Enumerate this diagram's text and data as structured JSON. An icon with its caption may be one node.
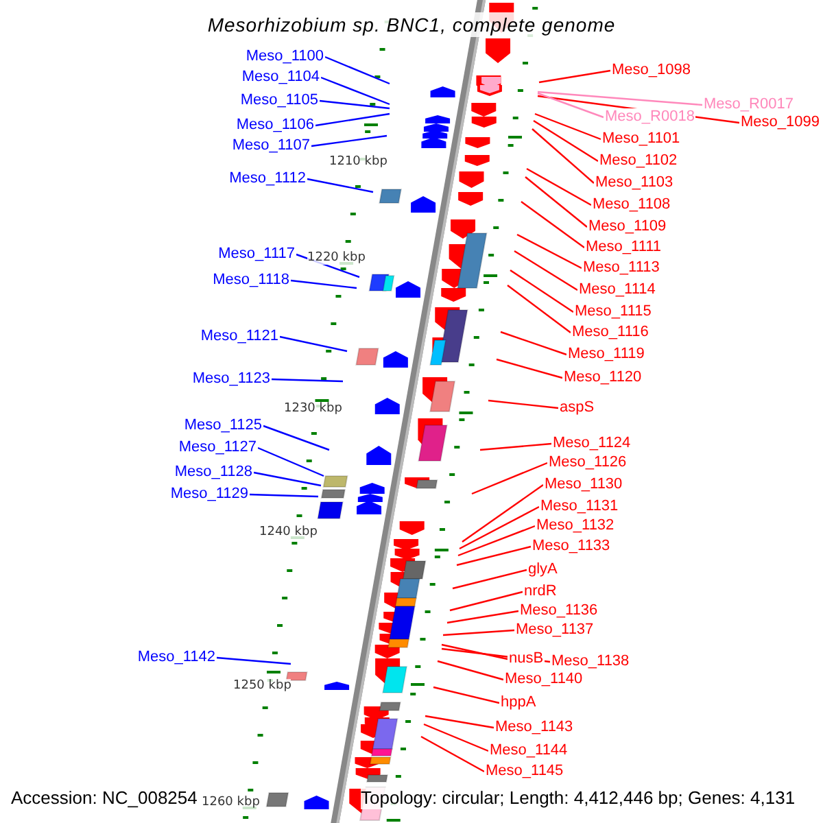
{
  "diagram": {
    "title": "Mesorhizobium sp. BNC1, complete genome",
    "nodes": [
      {
        "text": [
          "Meso_1100"
        ]
      },
      {
        "text": [
          "Meso_1104"
        ]
      },
      {
        "text": [
          "Meso_1105"
        ]
      },
      {
        "text": [
          "Meso_1106"
        ]
      },
      {
        "text": [
          "Meso_1107"
        ]
      },
      {
        "text": [
          "Meso_1112"
        ]
      },
      {
        "text": [
          "Meso_1117"
        ]
      },
      {
        "text": [
          "Meso_1118"
        ]
      },
      {
        "text": [
          "Meso_1121"
        ]
      },
      {
        "text": [
          "Meso_1123"
        ]
      },
      {
        "text": [
          "Meso_1125"
        ]
      },
      {
        "text": [
          "Meso_1127"
        ]
      },
      {
        "text": [
          "Meso_1128"
        ]
      },
      {
        "text": [
          "Meso_1129"
        ]
      },
      {
        "text": [
          "Meso_1142"
        ]
      },
      {
        "text": [
          "Meso_1098"
        ]
      },
      {
        "text": [
          "Meso_R0017"
        ]
      },
      {
        "text": [
          "Meso_1099"
        ]
      },
      {
        "text": [
          "Meso_R0018"
        ]
      },
      {
        "text": [
          "Meso_1101"
        ]
      },
      {
        "text": [
          "Meso_1102"
        ]
      },
      {
        "text": [
          "Meso_1103"
        ]
      },
      {
        "text": [
          "Meso_1108"
        ]
      },
      {
        "text": [
          "Meso_1109"
        ]
      },
      {
        "text": [
          "Meso_1111"
        ]
      },
      {
        "text": [
          "Meso_1113"
        ]
      },
      {
        "text": [
          "Meso_1114"
        ]
      },
      {
        "text": [
          "Meso_1115"
        ]
      },
      {
        "text": [
          "Meso_1116"
        ]
      },
      {
        "text": [
          "Meso_1119"
        ]
      },
      {
        "text": [
          "Meso_1120"
        ]
      },
      {
        "text": [
          "aspS"
        ]
      },
      {
        "text": [
          "Meso_1124"
        ]
      },
      {
        "text": [
          "Meso_1126"
        ]
      },
      {
        "text": [
          "Meso_1130"
        ]
      },
      {
        "text": [
          "Meso_1131"
        ]
      },
      {
        "text": [
          "Meso_1132"
        ]
      },
      {
        "text": [
          "Meso_1133"
        ]
      },
      {
        "text": [
          "glyA"
        ]
      },
      {
        "text": [
          "nrdR"
        ]
      },
      {
        "text": [
          "Meso_1136"
        ]
      },
      {
        "text": [
          "Meso_1137"
        ]
      },
      {
        "text": [
          "nusB"
        ]
      },
      {
        "text": [
          "Meso_1138"
        ]
      },
      {
        "text": [
          "Meso_1140"
        ]
      },
      {
        "text": [
          "hppA"
        ]
      },
      {
        "text": [
          "Meso_1143"
        ]
      },
      {
        "text": [
          "Meso_1144"
        ]
      },
      {
        "text": [
          "Meso_1145"
        ]
      }
    ],
    "edges": [
      {
        "from": 0,
        "to": null,
        "arrow": "none",
        "color": "#0000ff"
      },
      {
        "from": 1,
        "to": null,
        "arrow": "none",
        "color": "#0000ff"
      },
      {
        "from": 2,
        "to": null,
        "arrow": "none",
        "color": "#0000ff"
      },
      {
        "from": 3,
        "to": null,
        "arrow": "none",
        "color": "#0000ff"
      },
      {
        "from": 4,
        "to": null,
        "arrow": "none",
        "color": "#0000ff"
      },
      {
        "from": 5,
        "to": null,
        "arrow": "none",
        "color": "#0000ff"
      },
      {
        "from": 6,
        "to": null,
        "arrow": "none",
        "color": "#0000ff"
      },
      {
        "from": 7,
        "to": null,
        "arrow": "none",
        "color": "#0000ff"
      },
      {
        "from": 8,
        "to": null,
        "arrow": "none",
        "color": "#0000ff"
      },
      {
        "from": 9,
        "to": null,
        "arrow": "none",
        "color": "#0000ff"
      },
      {
        "from": 10,
        "to": null,
        "arrow": "none",
        "color": "#0000ff"
      },
      {
        "from": 11,
        "to": null,
        "arrow": "none",
        "color": "#0000ff"
      },
      {
        "from": 12,
        "to": null,
        "arrow": "none",
        "color": "#0000ff"
      },
      {
        "from": 13,
        "to": null,
        "arrow": "none",
        "color": "#0000ff"
      },
      {
        "from": 14,
        "to": null,
        "arrow": "none",
        "color": "#0000ff"
      },
      {
        "from": 15,
        "to": null,
        "arrow": "none"
      },
      {
        "from": 16,
        "to": null,
        "arrow": "none",
        "color": "#ff88bb"
      },
      {
        "from": 17,
        "to": null,
        "arrow": "none"
      },
      {
        "from": 18,
        "to": null,
        "arrow": "none",
        "color": "#ff88bb"
      },
      {
        "from": 19,
        "to": null,
        "arrow": "none"
      },
      {
        "from": 20,
        "to": null,
        "arrow": "none"
      },
      {
        "from": 21,
        "to": null,
        "arrow": "none"
      },
      {
        "from": 22,
        "to": null,
        "arrow": "none"
      },
      {
        "from": 23,
        "to": null,
        "arrow": "none"
      },
      {
        "from": 24,
        "to": null,
        "arrow": "none"
      },
      {
        "from": 25,
        "to": null,
        "arrow": "none"
      },
      {
        "from": 26,
        "to": null,
        "arrow": "none"
      },
      {
        "from": 27,
        "to": null,
        "arrow": "none"
      },
      {
        "from": 28,
        "to": null,
        "arrow": "none"
      },
      {
        "from": 29,
        "to": null,
        "arrow": "none"
      },
      {
        "from": 30,
        "to": null,
        "arrow": "none"
      },
      {
        "from": 31,
        "to": null,
        "arrow": "none"
      },
      {
        "from": 32,
        "to": null,
        "arrow": "none"
      },
      {
        "from": 33,
        "to": null,
        "arrow": "none"
      },
      {
        "from": 34,
        "to": null,
        "arrow": "none"
      },
      {
        "from": 35,
        "to": null,
        "arrow": "none"
      },
      {
        "from": 36,
        "to": null,
        "arrow": "none"
      },
      {
        "from": 37,
        "to": null,
        "arrow": "none"
      },
      {
        "from": 38,
        "to": null,
        "arrow": "none"
      },
      {
        "from": 39,
        "to": null,
        "arrow": "none"
      },
      {
        "from": 40,
        "to": null,
        "arrow": "none"
      },
      {
        "from": 41,
        "to": null,
        "arrow": "none"
      },
      {
        "from": 42,
        "to": null,
        "arrow": "none"
      },
      {
        "from": 43,
        "to": null,
        "arrow": "none"
      },
      {
        "from": 44,
        "to": null,
        "arrow": "none"
      },
      {
        "from": 45,
        "to": null,
        "arrow": "none"
      },
      {
        "from": 46,
        "to": null,
        "arrow": "none"
      },
      {
        "from": 47,
        "to": null,
        "arrow": "none"
      },
      {
        "from": 48,
        "to": null,
        "arrow": "none"
      }
    ],
    "labels": [
      "1210 kbp",
      "1220 kbp",
      "1230 kbp",
      "1240 kbp",
      "1250 kbp",
      "1260 kbp",
      "Accession: NC_008254",
      "Topology: circular; Length: 4,412,446 bp; Genes: 4,131"
    ]
  }
}
